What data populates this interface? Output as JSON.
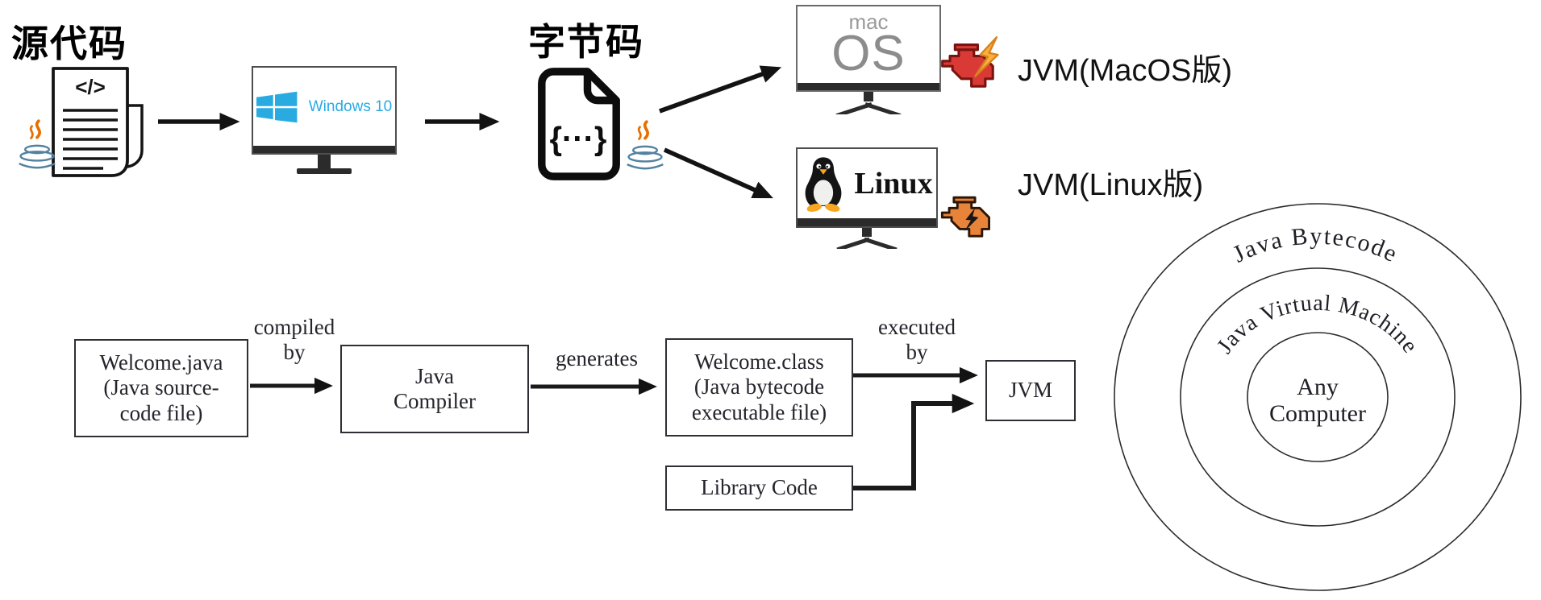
{
  "top_flow": {
    "source_label": "源代码",
    "bytecode_label": "字节码",
    "code_glyph": "</>",
    "bytecode_glyph": "{···}",
    "windows_label": "Windows 10",
    "mac_label_small": "mac",
    "mac_label_big": "OS",
    "linux_label": "Linux",
    "jvm_mac_label": "JVM(MacOS版)",
    "jvm_linux_label": "JVM(Linux版)"
  },
  "flowchart": {
    "source_box_lines": [
      "Welcome.java",
      "(Java source-",
      "code file)"
    ],
    "label_compiled_lines": [
      "compiled",
      "by"
    ],
    "compiler_box_lines": [
      "Java",
      "Compiler"
    ],
    "label_generates": "generates",
    "class_box_lines": [
      "Welcome.class",
      "(Java bytecode",
      "executable file)"
    ],
    "label_executed_lines": [
      "executed",
      "by"
    ],
    "jvm_box_label": "JVM",
    "library_box_label": "Library Code"
  },
  "venn": {
    "outer_label": "Java Bytecode",
    "middle_label": "Java Virtual Machine",
    "inner_line1": "Any",
    "inner_line2": "Computer"
  },
  "colors": {
    "windows_blue": "#29abe2",
    "mac_gray": "#8c8c8c",
    "engine_red": "#d93a36",
    "engine_orange": "#e8833a",
    "bolt_yellow": "#f9b13c",
    "java_orange": "#e76f00",
    "java_blue": "#5382a1",
    "arrow_ink": "#131313",
    "serif_ink": "#24242c"
  }
}
